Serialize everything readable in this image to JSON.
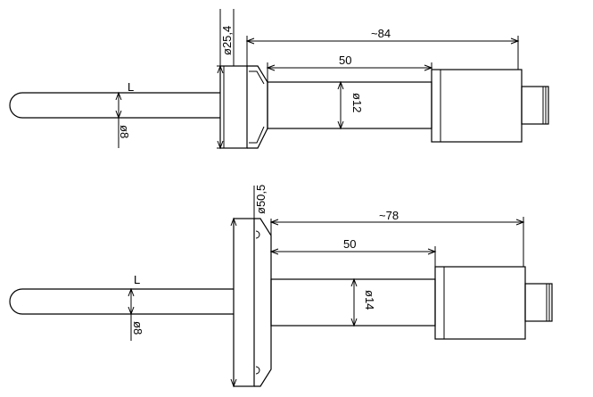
{
  "drawing_top": {
    "dim_flange_diameter": "ø25,4",
    "dim_overall_length": "~84",
    "dim_body_length": "50",
    "dim_body_diameter": "ø12",
    "dim_probe_length": "L",
    "dim_probe_diameter": "ø8"
  },
  "drawing_bottom": {
    "dim_flange_diameter": "ø50,5",
    "dim_overall_length": "~78",
    "dim_body_length": "50",
    "dim_body_diameter": "ø14",
    "dim_probe_length": "L",
    "dim_probe_diameter": "ø8"
  },
  "colors": {
    "line": "#000000",
    "background": "#ffffff"
  }
}
